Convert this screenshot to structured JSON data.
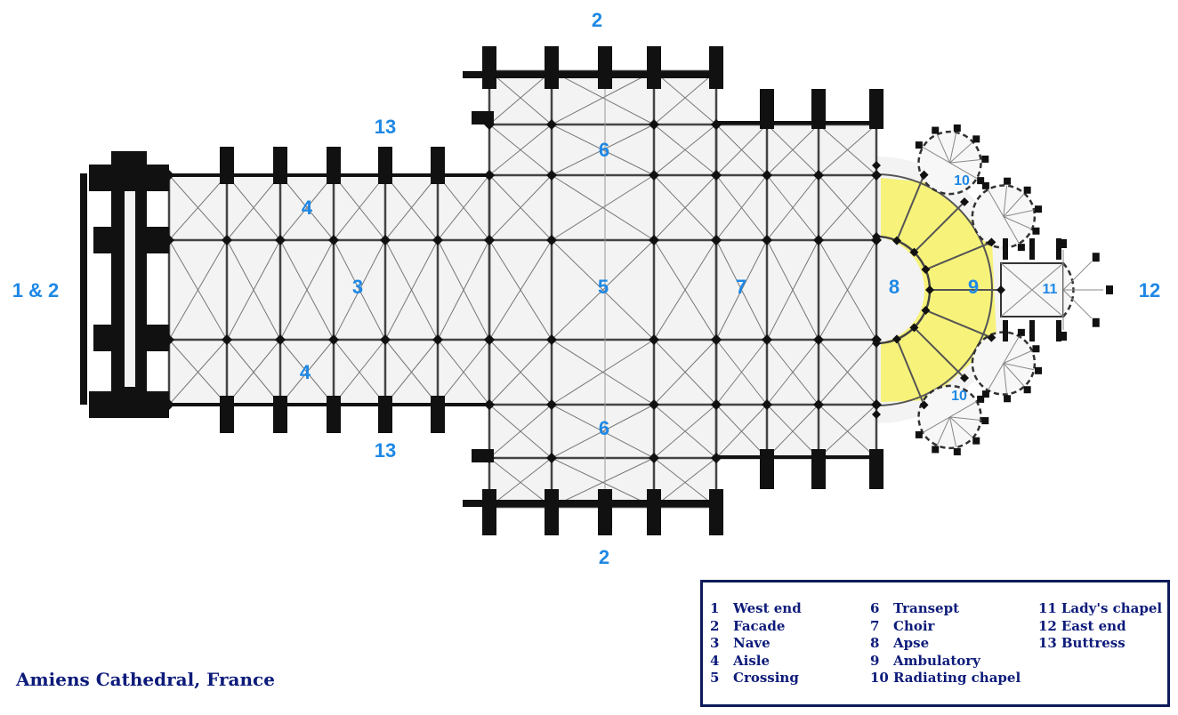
{
  "title": "Amiens Cathedral, France",
  "labels": {
    "west": "1 & 2",
    "facade_top": "2",
    "facade_bottom": "2",
    "buttress_top": "13",
    "buttress_bottom": "13",
    "aisle_top": "4",
    "aisle_bottom": "4",
    "nave": "3",
    "crossing": "5",
    "transept_top": "6",
    "transept_bottom": "6",
    "choir": "7",
    "apse": "8",
    "ambulatory": "9",
    "chapel_top": "10",
    "chapel_bottom": "10",
    "ladys_chapel": "11",
    "east_end": "12"
  },
  "legend": [
    [
      {
        "n": "1",
        "t": "West end"
      },
      {
        "n": "2",
        "t": "Facade"
      },
      {
        "n": "3",
        "t": "Nave"
      },
      {
        "n": "4",
        "t": "Aisle"
      },
      {
        "n": "5",
        "t": "Crossing"
      }
    ],
    [
      {
        "n": "6",
        "t": "Transept"
      },
      {
        "n": "7",
        "t": "Choir"
      },
      {
        "n": "8",
        "t": "Apse"
      },
      {
        "n": "9",
        "t": "Ambulatory"
      },
      {
        "n": "10",
        "t": "Radiating chapel"
      }
    ],
    [
      {
        "n": "11",
        "t": "Lady's chapel"
      },
      {
        "n": "12",
        "t": "East end"
      },
      {
        "n": "13",
        "t": "Buttress"
      }
    ]
  ],
  "colors": {
    "label": "#1e88e5",
    "legend_text": "#0d1b7a",
    "ambulatory_highlight": "#f7f37a"
  }
}
